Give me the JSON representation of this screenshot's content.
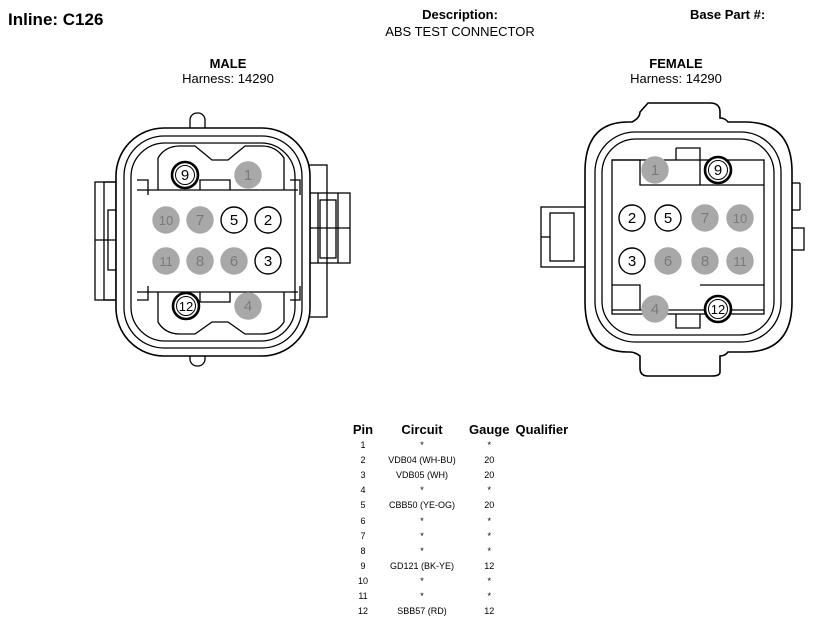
{
  "header": {
    "title": "Inline: C126",
    "description_label": "Description:",
    "description_value": "ABS TEST CONNECTOR",
    "base_part_label": "Base Part #:"
  },
  "male": {
    "title": "MALE",
    "harness": "Harness: 14290",
    "pins": [
      {
        "label": "9",
        "fill": "white",
        "ring": "double"
      },
      {
        "label": "1",
        "fill": "gray"
      },
      {
        "label": "10",
        "fill": "gray"
      },
      {
        "label": "7",
        "fill": "gray"
      },
      {
        "label": "5",
        "fill": "white"
      },
      {
        "label": "2",
        "fill": "white"
      },
      {
        "label": "11",
        "fill": "gray"
      },
      {
        "label": "8",
        "fill": "gray"
      },
      {
        "label": "6",
        "fill": "gray"
      },
      {
        "label": "3",
        "fill": "white"
      },
      {
        "label": "12",
        "fill": "white",
        "ring": "double"
      },
      {
        "label": "4",
        "fill": "gray"
      }
    ]
  },
  "female": {
    "title": "FEMALE",
    "harness": "Harness: 14290",
    "pins": [
      {
        "label": "1",
        "fill": "gray"
      },
      {
        "label": "9",
        "fill": "white",
        "ring": "double"
      },
      {
        "label": "2",
        "fill": "white"
      },
      {
        "label": "5",
        "fill": "white"
      },
      {
        "label": "7",
        "fill": "gray"
      },
      {
        "label": "10",
        "fill": "gray"
      },
      {
        "label": "3",
        "fill": "white"
      },
      {
        "label": "6",
        "fill": "gray"
      },
      {
        "label": "8",
        "fill": "gray"
      },
      {
        "label": "11",
        "fill": "gray"
      },
      {
        "label": "4",
        "fill": "gray"
      },
      {
        "label": "12",
        "fill": "white",
        "ring": "double"
      }
    ]
  },
  "colors": {
    "gray_pin": "#a8a8a8",
    "gray_text": "#7a7a7a",
    "line": "#000000"
  },
  "table": {
    "headers": [
      "Pin",
      "Circuit",
      "Gauge",
      "Qualifier"
    ],
    "rows": [
      {
        "pin": "1",
        "circuit": "*",
        "gauge": "*",
        "qualifier": ""
      },
      {
        "pin": "2",
        "circuit": "VDB04 (WH-BU)",
        "gauge": "20",
        "qualifier": ""
      },
      {
        "pin": "3",
        "circuit": "VDB05 (WH)",
        "gauge": "20",
        "qualifier": ""
      },
      {
        "pin": "4",
        "circuit": "*",
        "gauge": "*",
        "qualifier": ""
      },
      {
        "pin": "5",
        "circuit": "CBB50 (YE-OG)",
        "gauge": "20",
        "qualifier": ""
      },
      {
        "pin": "6",
        "circuit": "*",
        "gauge": "*",
        "qualifier": ""
      },
      {
        "pin": "7",
        "circuit": "*",
        "gauge": "*",
        "qualifier": ""
      },
      {
        "pin": "8",
        "circuit": "*",
        "gauge": "*",
        "qualifier": ""
      },
      {
        "pin": "9",
        "circuit": "GD121 (BK-YE)",
        "gauge": "12",
        "qualifier": ""
      },
      {
        "pin": "10",
        "circuit": "*",
        "gauge": "*",
        "qualifier": ""
      },
      {
        "pin": "11",
        "circuit": "*",
        "gauge": "*",
        "qualifier": ""
      },
      {
        "pin": "12",
        "circuit": "SBB57 (RD)",
        "gauge": "12",
        "qualifier": ""
      }
    ]
  }
}
